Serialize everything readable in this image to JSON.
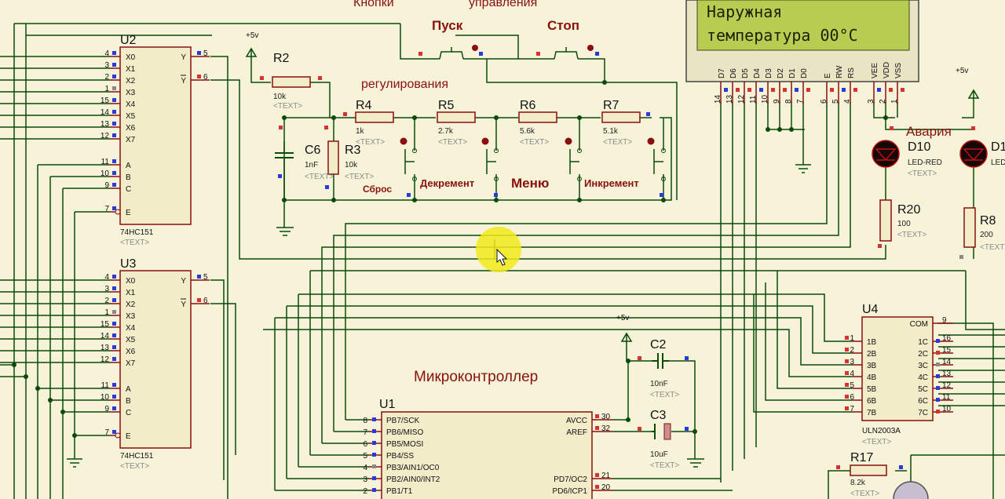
{
  "colors": {
    "background": "#f6f3d9",
    "wire": "#0a4a0a",
    "body_fill": "#f2ecc9",
    "body_stroke": "#8a0f0f",
    "pin_red": "#d63232",
    "pin_blue": "#2a3cd6",
    "pin_gray": "#8a8a8a",
    "lcd_green": "#b8cc52",
    "title_red": "#8a1010",
    "led": "#c01010",
    "highlight": "#f2ea1a"
  },
  "section_labels": {
    "buttons_top_1": "Кнопки",
    "buttons_top_2": "управления",
    "regulation": "регулирования",
    "mcu_title": "Микроконтроллер",
    "alarm": "Авария"
  },
  "buttons": {
    "start": "Пуск",
    "stop": "Стоп",
    "reset": "Сброс",
    "decrement": "Декремент",
    "menu": "Меню",
    "increment": "Инкремент"
  },
  "lcd": {
    "line1": "Наружная",
    "line2": "температура 00°C",
    "pin_names": [
      "D7",
      "D6",
      "D5",
      "D4",
      "D3",
      "D2",
      "D1",
      "D0",
      "E",
      "RW",
      "RS",
      "VEE",
      "VDD",
      "VSS"
    ],
    "pin_nums": [
      "14",
      "13",
      "12",
      "11",
      "10",
      "9",
      "8",
      "7",
      "6",
      "5",
      "4",
      "3",
      "2",
      "1"
    ]
  },
  "power": {
    "vcc": "+5v"
  },
  "text_placeholder": "<TEXT>",
  "resistors": {
    "R2": {
      "ref": "R2",
      "val": "10k"
    },
    "R3": {
      "ref": "R3",
      "val": "10k"
    },
    "R4": {
      "ref": "R4",
      "val": "1k"
    },
    "R5": {
      "ref": "R5",
      "val": "2.7k"
    },
    "R6": {
      "ref": "R6",
      "val": "5.6k"
    },
    "R7": {
      "ref": "R7",
      "val": "5.1k"
    },
    "R20": {
      "ref": "R20",
      "val": "100"
    },
    "R8": {
      "ref": "R8",
      "val": "200"
    },
    "R17": {
      "ref": "R17",
      "val": "8.2k"
    }
  },
  "capacitors": {
    "C6": {
      "ref": "C6",
      "val": "1nF"
    },
    "C2": {
      "ref": "C2",
      "val": "10nF"
    },
    "C3": {
      "ref": "C3",
      "val": "10uF"
    }
  },
  "leds": {
    "D10": {
      "ref": "D10",
      "val": "LED-RED"
    },
    "D11": {
      "ref": "D1",
      "val": "LED"
    }
  },
  "mux": {
    "part": "74HC151",
    "left_pins": [
      {
        "num": "4",
        "name": "X0"
      },
      {
        "num": "3",
        "name": "X1"
      },
      {
        "num": "2",
        "name": "X2"
      },
      {
        "num": "1",
        "name": "X3"
      },
      {
        "num": "15",
        "name": "X4"
      },
      {
        "num": "14",
        "name": "X5"
      },
      {
        "num": "13",
        "name": "X6"
      },
      {
        "num": "12",
        "name": "X7"
      },
      {
        "num": "11",
        "name": "A"
      },
      {
        "num": "10",
        "name": "B"
      },
      {
        "num": "9",
        "name": "C"
      },
      {
        "num": "7",
        "name": "E"
      }
    ],
    "right_pins": [
      {
        "num": "5",
        "name": "Y"
      },
      {
        "num": "6",
        "name": "Y"
      }
    ],
    "U2": {
      "ref": "U2"
    },
    "U3": {
      "ref": "U3"
    }
  },
  "mcu": {
    "ref": "U1",
    "left_pins": [
      {
        "num": "8",
        "name": "PB7/SCK"
      },
      {
        "num": "7",
        "name": "PB6/MISO"
      },
      {
        "num": "6",
        "name": "PB5/MOSI"
      },
      {
        "num": "5",
        "name": "PB4/SS"
      },
      {
        "num": "4",
        "name": "PB3/AIN1/OC0"
      },
      {
        "num": "3",
        "name": "PB2/AIN0/INT2"
      },
      {
        "num": "2",
        "name": "PB1/T1"
      }
    ],
    "right_pins": [
      {
        "num": "30",
        "name": "AVCC"
      },
      {
        "num": "32",
        "name": "AREF"
      },
      {
        "num": "21",
        "name": "PD7/OC2"
      },
      {
        "num": "20",
        "name": "PD6/ICP1"
      }
    ]
  },
  "driver": {
    "ref": "U4",
    "part": "ULN2003A",
    "left_pins": [
      {
        "num": "1",
        "name": "1B"
      },
      {
        "num": "2",
        "name": "2B"
      },
      {
        "num": "3",
        "name": "3B"
      },
      {
        "num": "4",
        "name": "4B"
      },
      {
        "num": "5",
        "name": "5B"
      },
      {
        "num": "6",
        "name": "6B"
      },
      {
        "num": "7",
        "name": "7B"
      }
    ],
    "right_pins": [
      {
        "num": "9",
        "name": "COM"
      },
      {
        "num": "16",
        "name": "1C"
      },
      {
        "num": "15",
        "name": "2C"
      },
      {
        "num": "14",
        "name": "3C"
      },
      {
        "num": "13",
        "name": "4C"
      },
      {
        "num": "12",
        "name": "5C"
      },
      {
        "num": "11",
        "name": "6C"
      },
      {
        "num": "10",
        "name": "7C"
      }
    ]
  }
}
